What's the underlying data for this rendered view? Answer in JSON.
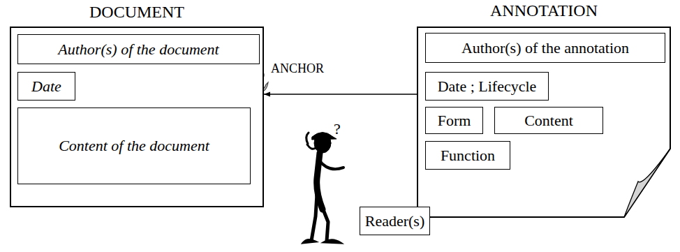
{
  "diagram": {
    "nodes": [
      {
        "text": [
          "DOCUMENT"
        ]
      },
      {
        "text": [
          "Author(s) of the document"
        ],
        "in": 0
      },
      {
        "text": [
          "Date"
        ],
        "in": 0
      },
      {
        "text": [
          "Content of the document"
        ],
        "in": 0
      },
      {
        "text": [
          "ANNOTATION"
        ]
      },
      {
        "text": [
          "Author(s) of the annotation"
        ],
        "in": 4
      },
      {
        "text": [
          "Date ; Lifecycle"
        ],
        "in": 4
      },
      {
        "text": [
          "Form"
        ],
        "in": 4
      },
      {
        "text": [
          "Content"
        ],
        "in": 4
      },
      {
        "text": [
          "Function"
        ],
        "in": 4
      },
      {
        "text": [
          "Reader(s)"
        ]
      }
    ],
    "edges": [
      {
        "from": 4,
        "to": 0,
        "arrow": "to"
      }
    ],
    "labels": [
      "ANCHOR",
      "?"
    ]
  }
}
